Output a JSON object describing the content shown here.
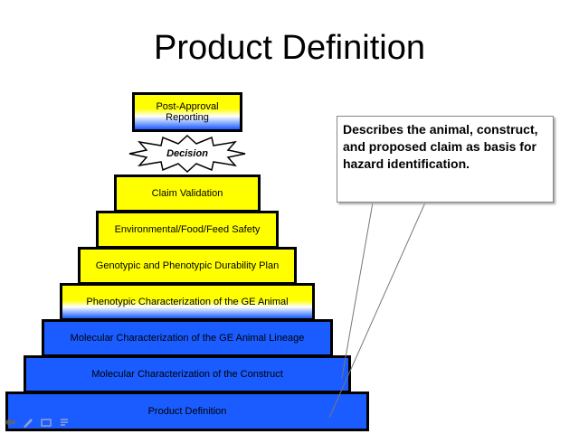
{
  "slide": {
    "title": "Product Definition",
    "post_approval": "Post-Approval Reporting",
    "decision": "Decision",
    "tiers": [
      {
        "label": "Claim Validation",
        "style": "yellow"
      },
      {
        "label": "Environmental/Food/Feed Safety",
        "style": "yellow"
      },
      {
        "label": "Genotypic and Phenotypic Durability Plan",
        "style": "yellow"
      },
      {
        "label": "Phenotypic Characterization of the GE Animal",
        "style": "gradient"
      },
      {
        "label": "Molecular Characterization of the GE Animal Lineage",
        "style": "blue"
      },
      {
        "label": "Molecular Characterization of the Construct",
        "style": "blue"
      },
      {
        "label": "Product Definition",
        "style": "blue"
      }
    ],
    "callout": "Describes the animal, construct, and proposed claim as basis for hazard identification."
  },
  "colors": {
    "yellow": "#ffff00",
    "blue": "#1a5cff"
  },
  "toolbar": {
    "icons": [
      "back-arrow-icon",
      "pen-icon",
      "slide-menu-icon",
      "navigation-icon"
    ]
  }
}
